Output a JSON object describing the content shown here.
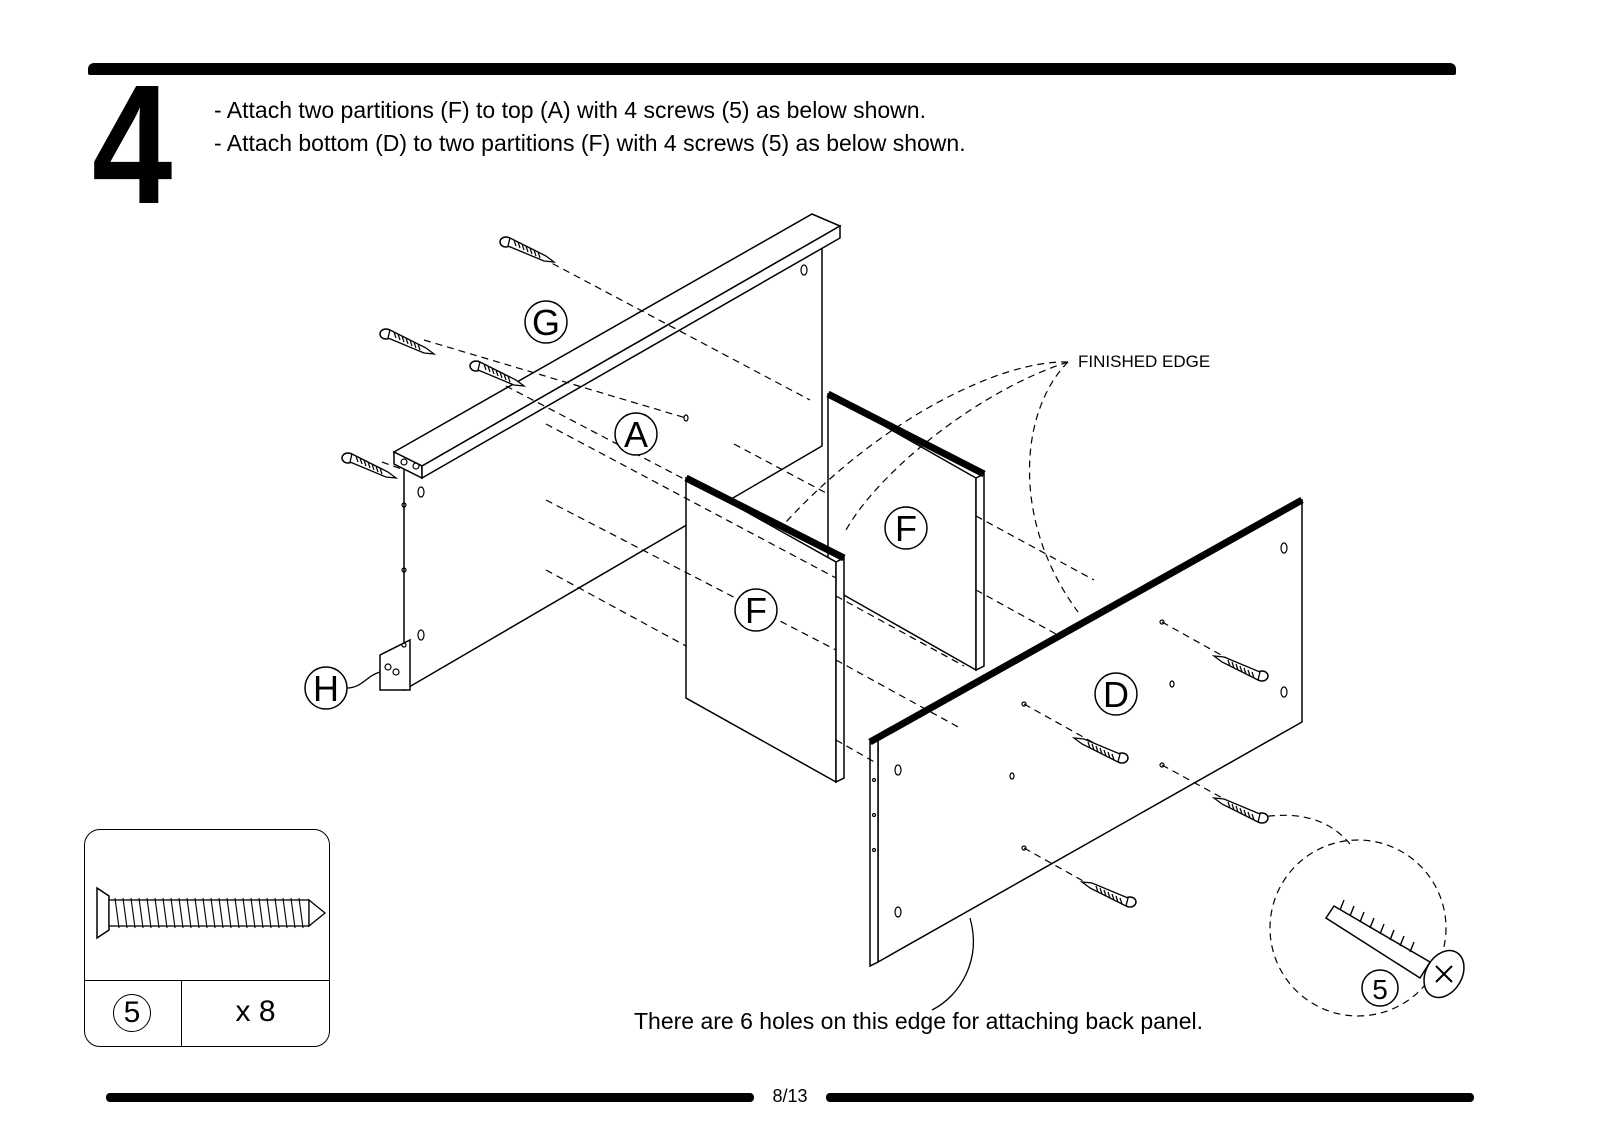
{
  "step": {
    "number": "4"
  },
  "instructions": [
    "- Attach two partitions (F) to top (A) with 4 screws (5) as below shown.",
    "- Attach bottom (D) to two partitions (F) with 4 screws (5) as below shown."
  ],
  "parts": {
    "g": "G",
    "a": "A",
    "h": "H",
    "f": "F",
    "d": "D",
    "screw": "5"
  },
  "callouts": {
    "finished_edge": "FINISHED EDGE",
    "holes_note": "There are 6 holes on this edge for attaching back panel."
  },
  "hardware": {
    "id": "5",
    "quantity": "x 8"
  },
  "footer": {
    "page": "8/13"
  }
}
